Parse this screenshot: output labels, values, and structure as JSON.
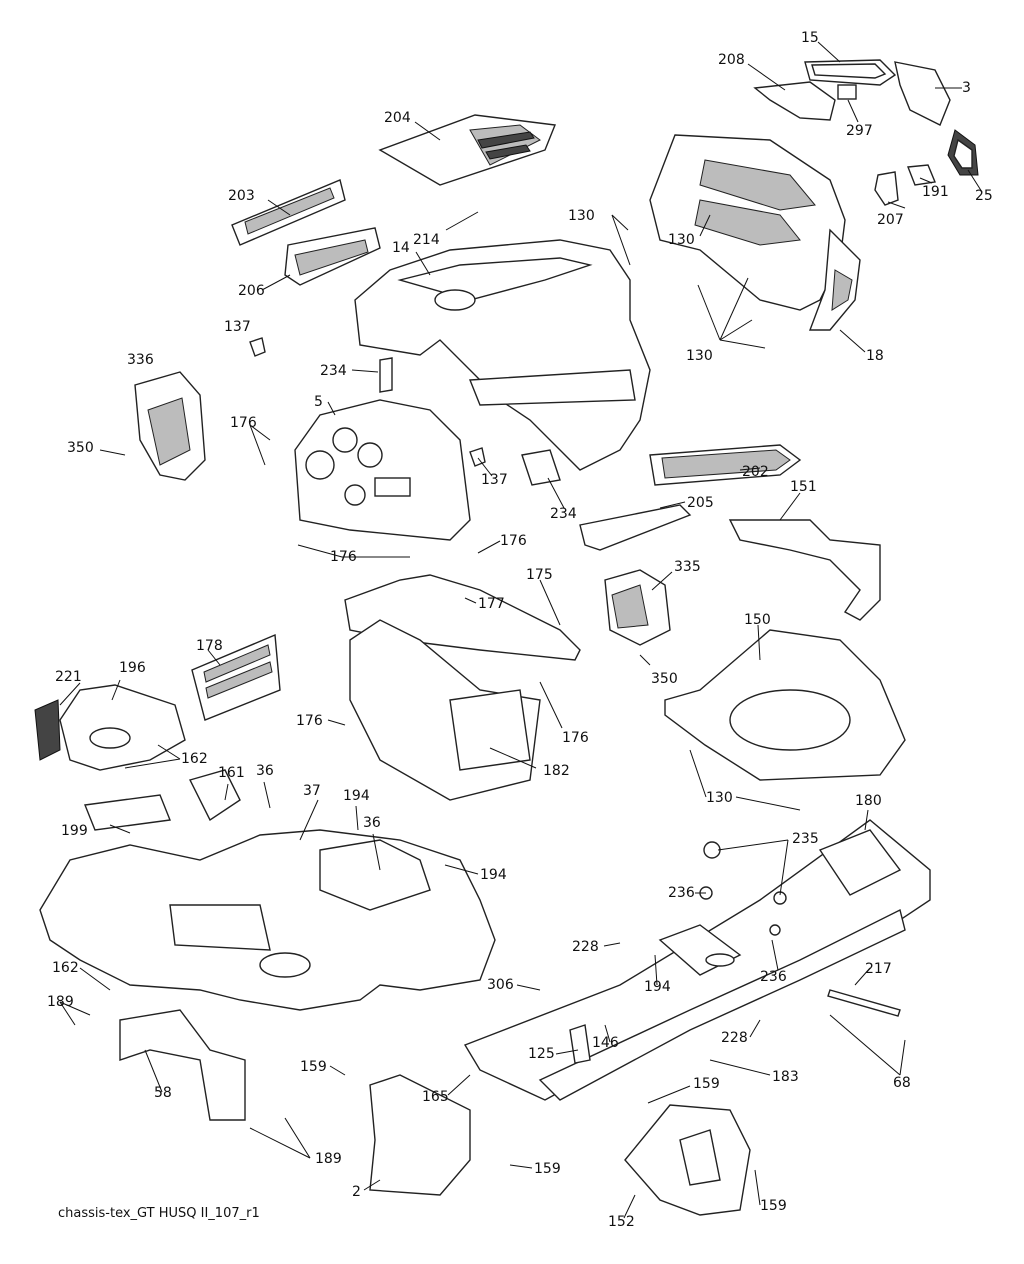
{
  "caption": "chassis-tex_GT HUSQ II_107_r1",
  "callouts": [
    "15",
    "208",
    "3",
    "297",
    "204",
    "25",
    "191",
    "130",
    "203",
    "214",
    "207",
    "130",
    "14",
    "206",
    "130",
    "18",
    "137",
    "336",
    "234",
    "5",
    "350",
    "176",
    "137",
    "202",
    "234",
    "205",
    "151",
    "176",
    "176",
    "175",
    "177",
    "335",
    "178",
    "150",
    "221",
    "196",
    "350",
    "176",
    "176",
    "182",
    "162",
    "161",
    "36",
    "130",
    "180",
    "37",
    "194",
    "36",
    "194",
    "235",
    "199",
    "236",
    "228",
    "236",
    "217",
    "162",
    "306",
    "194",
    "189",
    "228",
    "125",
    "146",
    "183",
    "68",
    "58",
    "159",
    "165",
    "159",
    "189",
    "159",
    "2",
    "152",
    "159"
  ],
  "part_names": {}
}
